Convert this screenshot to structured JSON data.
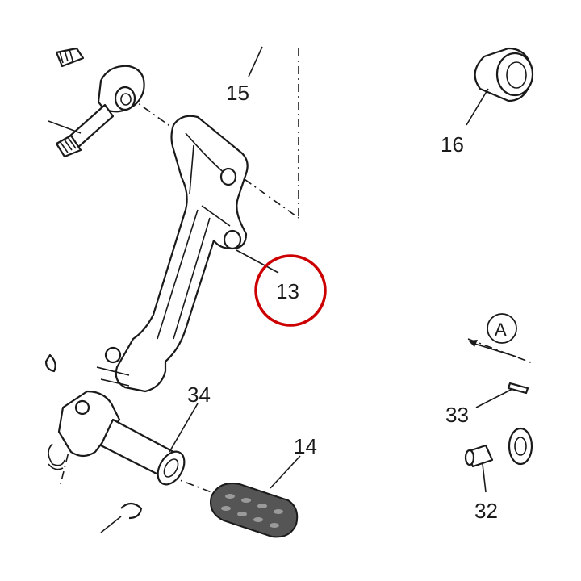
{
  "labels": {
    "p13": "13",
    "p14": "14",
    "p15": "15",
    "p16": "16",
    "p32": "32",
    "p33": "33",
    "p34": "34",
    "view": "A"
  },
  "colors": {
    "line": "#1a1a1a",
    "highlight": "#cc0000",
    "pad": "#555555"
  }
}
